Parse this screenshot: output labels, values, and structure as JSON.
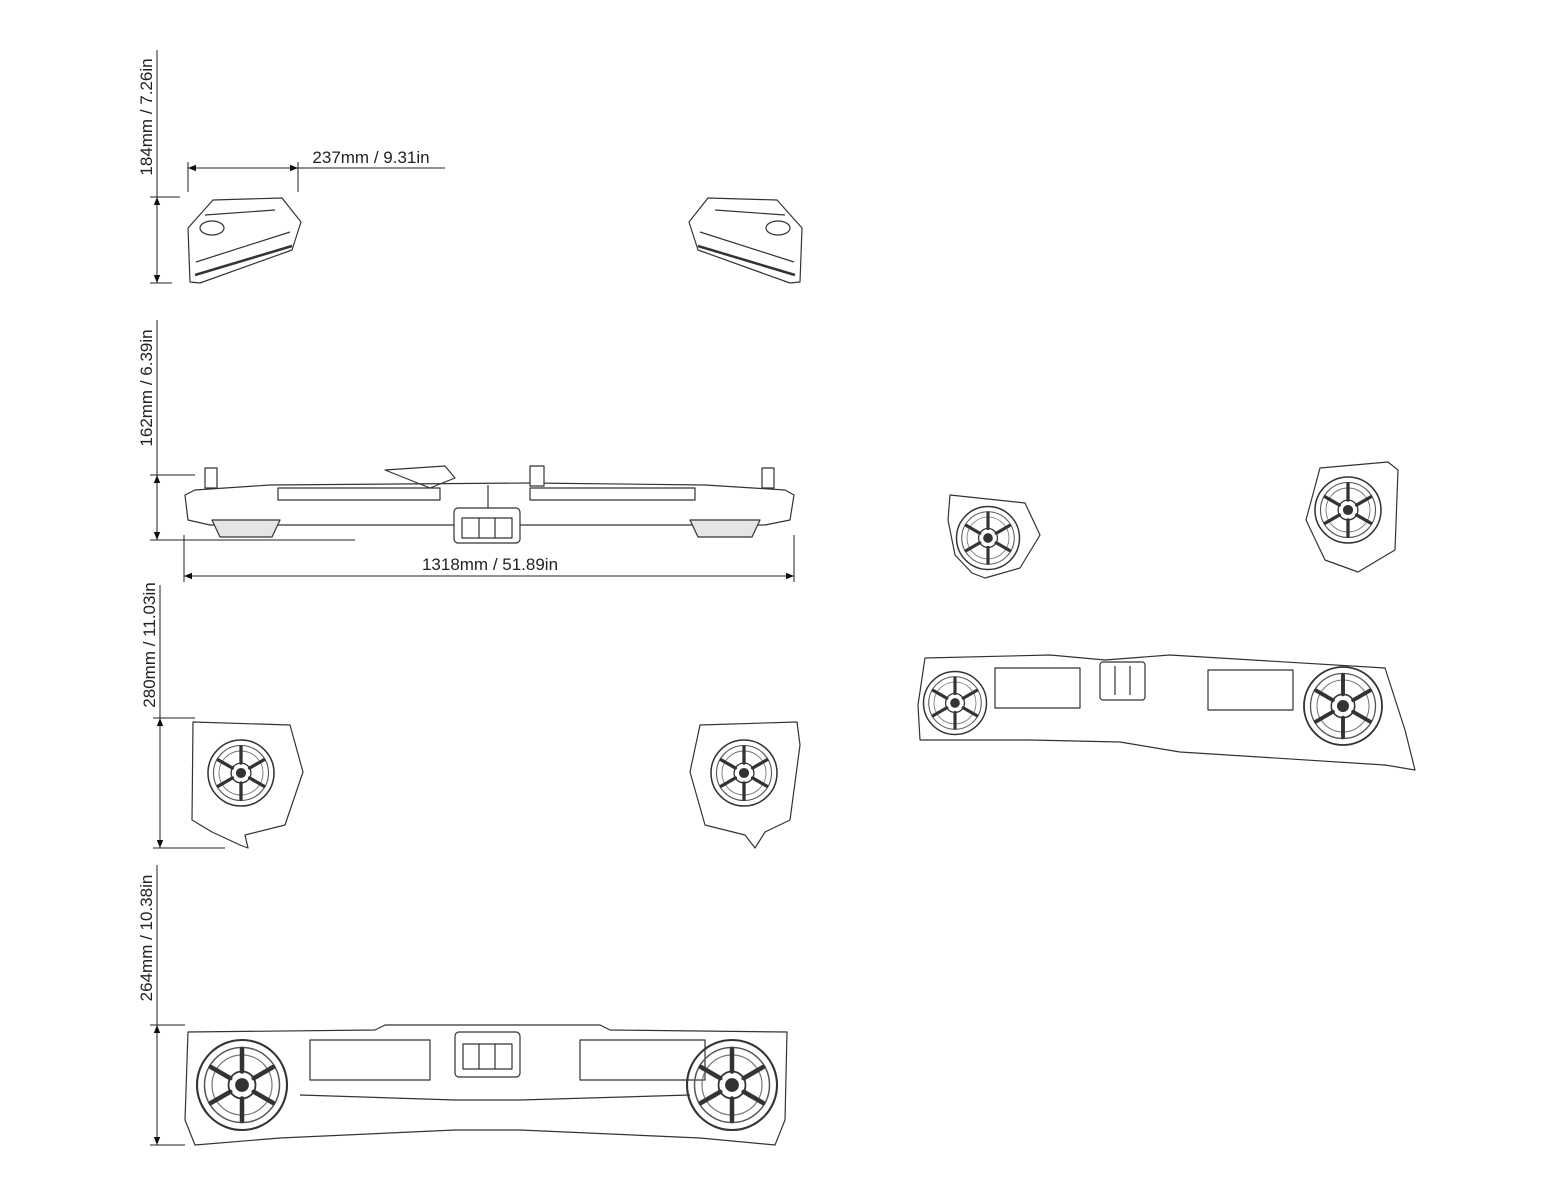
{
  "dimensions": {
    "side_pod_height": "184mm / 7.26in",
    "side_pod_width": "237mm / 9.31in",
    "bar_top_height": "162mm / 6.39in",
    "bar_width": "1318mm / 51.89in",
    "front_pod_height": "280mm / 11.03in",
    "bar_front_height": "264mm / 10.38in"
  },
  "colors": {
    "line": "#333333",
    "background": "#ffffff"
  }
}
